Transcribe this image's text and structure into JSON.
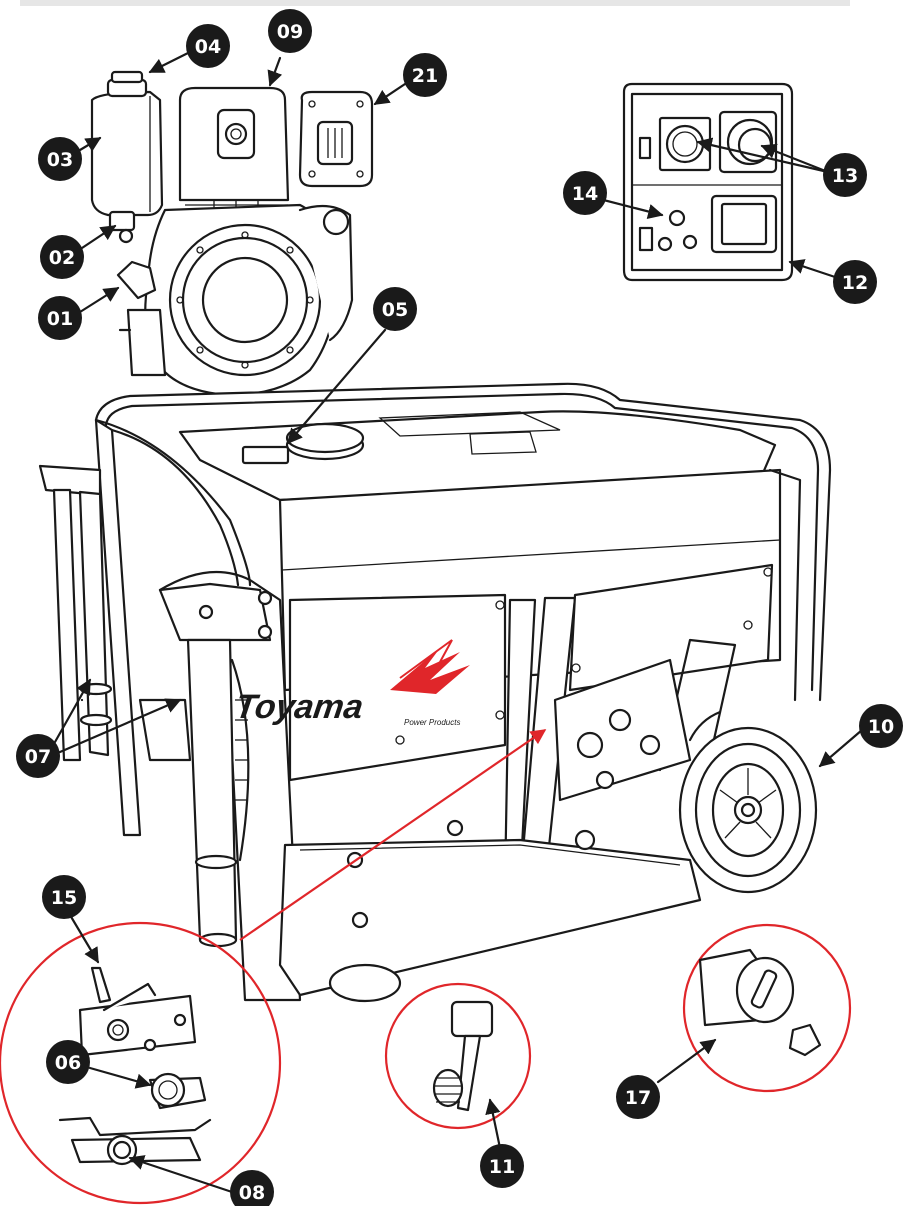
{
  "brand": {
    "name": "Toyama",
    "tagline": "Power Products",
    "accent": "#e0262a"
  },
  "callouts": [
    "01",
    "02",
    "03",
    "04",
    "05",
    "06",
    "07",
    "08",
    "09",
    "10",
    "11",
    "12",
    "13",
    "14",
    "15",
    "17",
    "21"
  ]
}
